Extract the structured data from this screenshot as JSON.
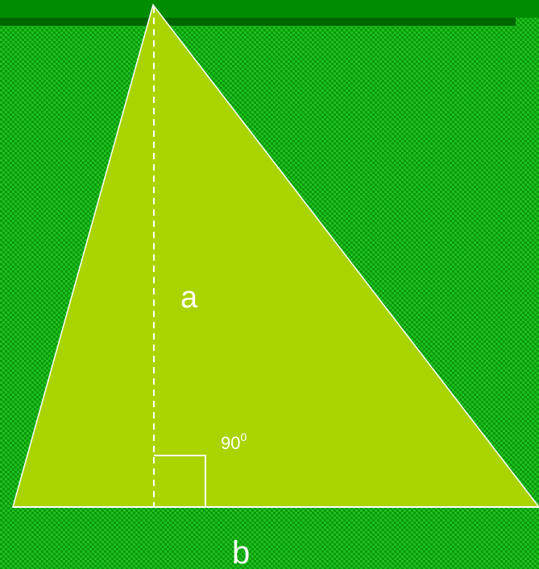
{
  "diagram": {
    "height_label": "a",
    "base_label": "b",
    "angle_label": {
      "value": "90",
      "superscript": "0"
    }
  },
  "colors": {
    "background": "#0b9a0b",
    "pattern_light": "#1fc11f",
    "pattern_dark": "#078507",
    "top_band": "#008c00",
    "top_band_shadow": "#006600",
    "triangle_fill": "#aad400",
    "line": "#ffffff"
  }
}
